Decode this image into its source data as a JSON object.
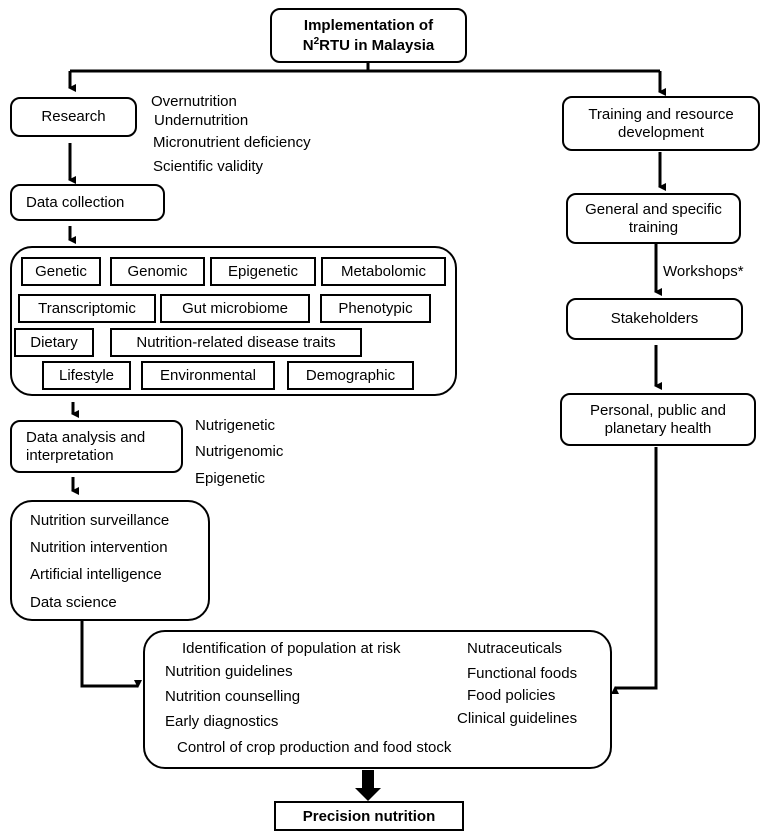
{
  "top": {
    "title_line1": "Implementation of",
    "title_prefix": "N",
    "title_sup": "2",
    "title_suffix": "RTU in Malaysia"
  },
  "left": {
    "research": "Research",
    "research_topics": [
      "Overnutrition",
      "Undernutrition",
      "Micronutrient deficiency",
      "Scientific validity"
    ],
    "data_collection": "Data collection",
    "data_types_row1": [
      "Genetic",
      "Genomic",
      "Epigenetic",
      "Metabolomic"
    ],
    "data_types_row2": [
      "Transcriptomic",
      "Gut microbiome",
      "Phenotypic"
    ],
    "data_types_row3": [
      "Dietary",
      "Nutrition-related disease traits"
    ],
    "data_types_row4": [
      "Lifestyle",
      "Environmental",
      "Demographic"
    ],
    "analysis_line1": "Data analysis and",
    "analysis_line2": "interpretation",
    "analysis_topics": [
      "Nutrigenetic",
      "Nutrigenomic",
      "Epigenetic"
    ],
    "methods": [
      "Nutrition surveillance",
      "Nutrition intervention",
      "Artificial intelligence",
      "Data science"
    ]
  },
  "right": {
    "training_line1": "Training and resource",
    "training_line2": "development",
    "general_line1": "General and specific",
    "general_line2": "training",
    "workshops": "Workshops*",
    "stakeholders": "Stakeholders",
    "health_line1": "Personal, public and",
    "health_line2": "planetary health"
  },
  "outcomes": {
    "left_items": [
      "Identification of population at risk",
      "Nutrition guidelines",
      "Nutrition counselling",
      "Early diagnostics"
    ],
    "right_items": [
      "Nutraceuticals",
      "Functional foods",
      "Food policies",
      "Clinical guidelines"
    ],
    "bottom_item": "Control of crop production and food stock"
  },
  "final": "Precision nutrition"
}
